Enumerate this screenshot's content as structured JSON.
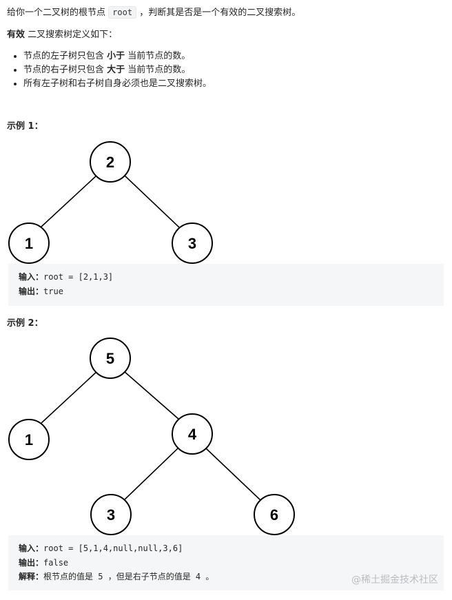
{
  "intro": {
    "prefix": "给你一个二叉树的根节点",
    "code": "root",
    "suffix": "，判断其是否是一个有效的二叉搜索树。"
  },
  "definition": {
    "bold": "有效",
    "rest": " 二叉搜索树定义如下："
  },
  "rules": [
    {
      "before": "节点的左子树只包含 ",
      "bold": "小于",
      "after": " 当前节点的数。"
    },
    {
      "before": "节点的右子树只包含 ",
      "bold": "大于",
      "after": " 当前节点的数。"
    },
    {
      "before": "所有左子树和右子树自身必须也是二叉搜索树。",
      "bold": "",
      "after": ""
    }
  ],
  "example1": {
    "heading": "示例 1：",
    "nodes": {
      "root": "2",
      "left": "1",
      "right": "3"
    },
    "input_label": "输入：",
    "input_value": "root = [2,1,3]",
    "output_label": "输出：",
    "output_value": "true"
  },
  "example2": {
    "heading": "示例 2：",
    "nodes": {
      "root": "5",
      "left": "1",
      "right": "4",
      "right_left": "3",
      "right_right": "6"
    },
    "input_label": "输入：",
    "input_value": "root = [5,1,4,null,null,3,6]",
    "output_label": "输出：",
    "output_value": "false",
    "explain_label": "解释：",
    "explain_value": "根节点的值是 5 ，但是右子节点的值是 4 。"
  },
  "watermark": "@稀土掘金技术社区"
}
